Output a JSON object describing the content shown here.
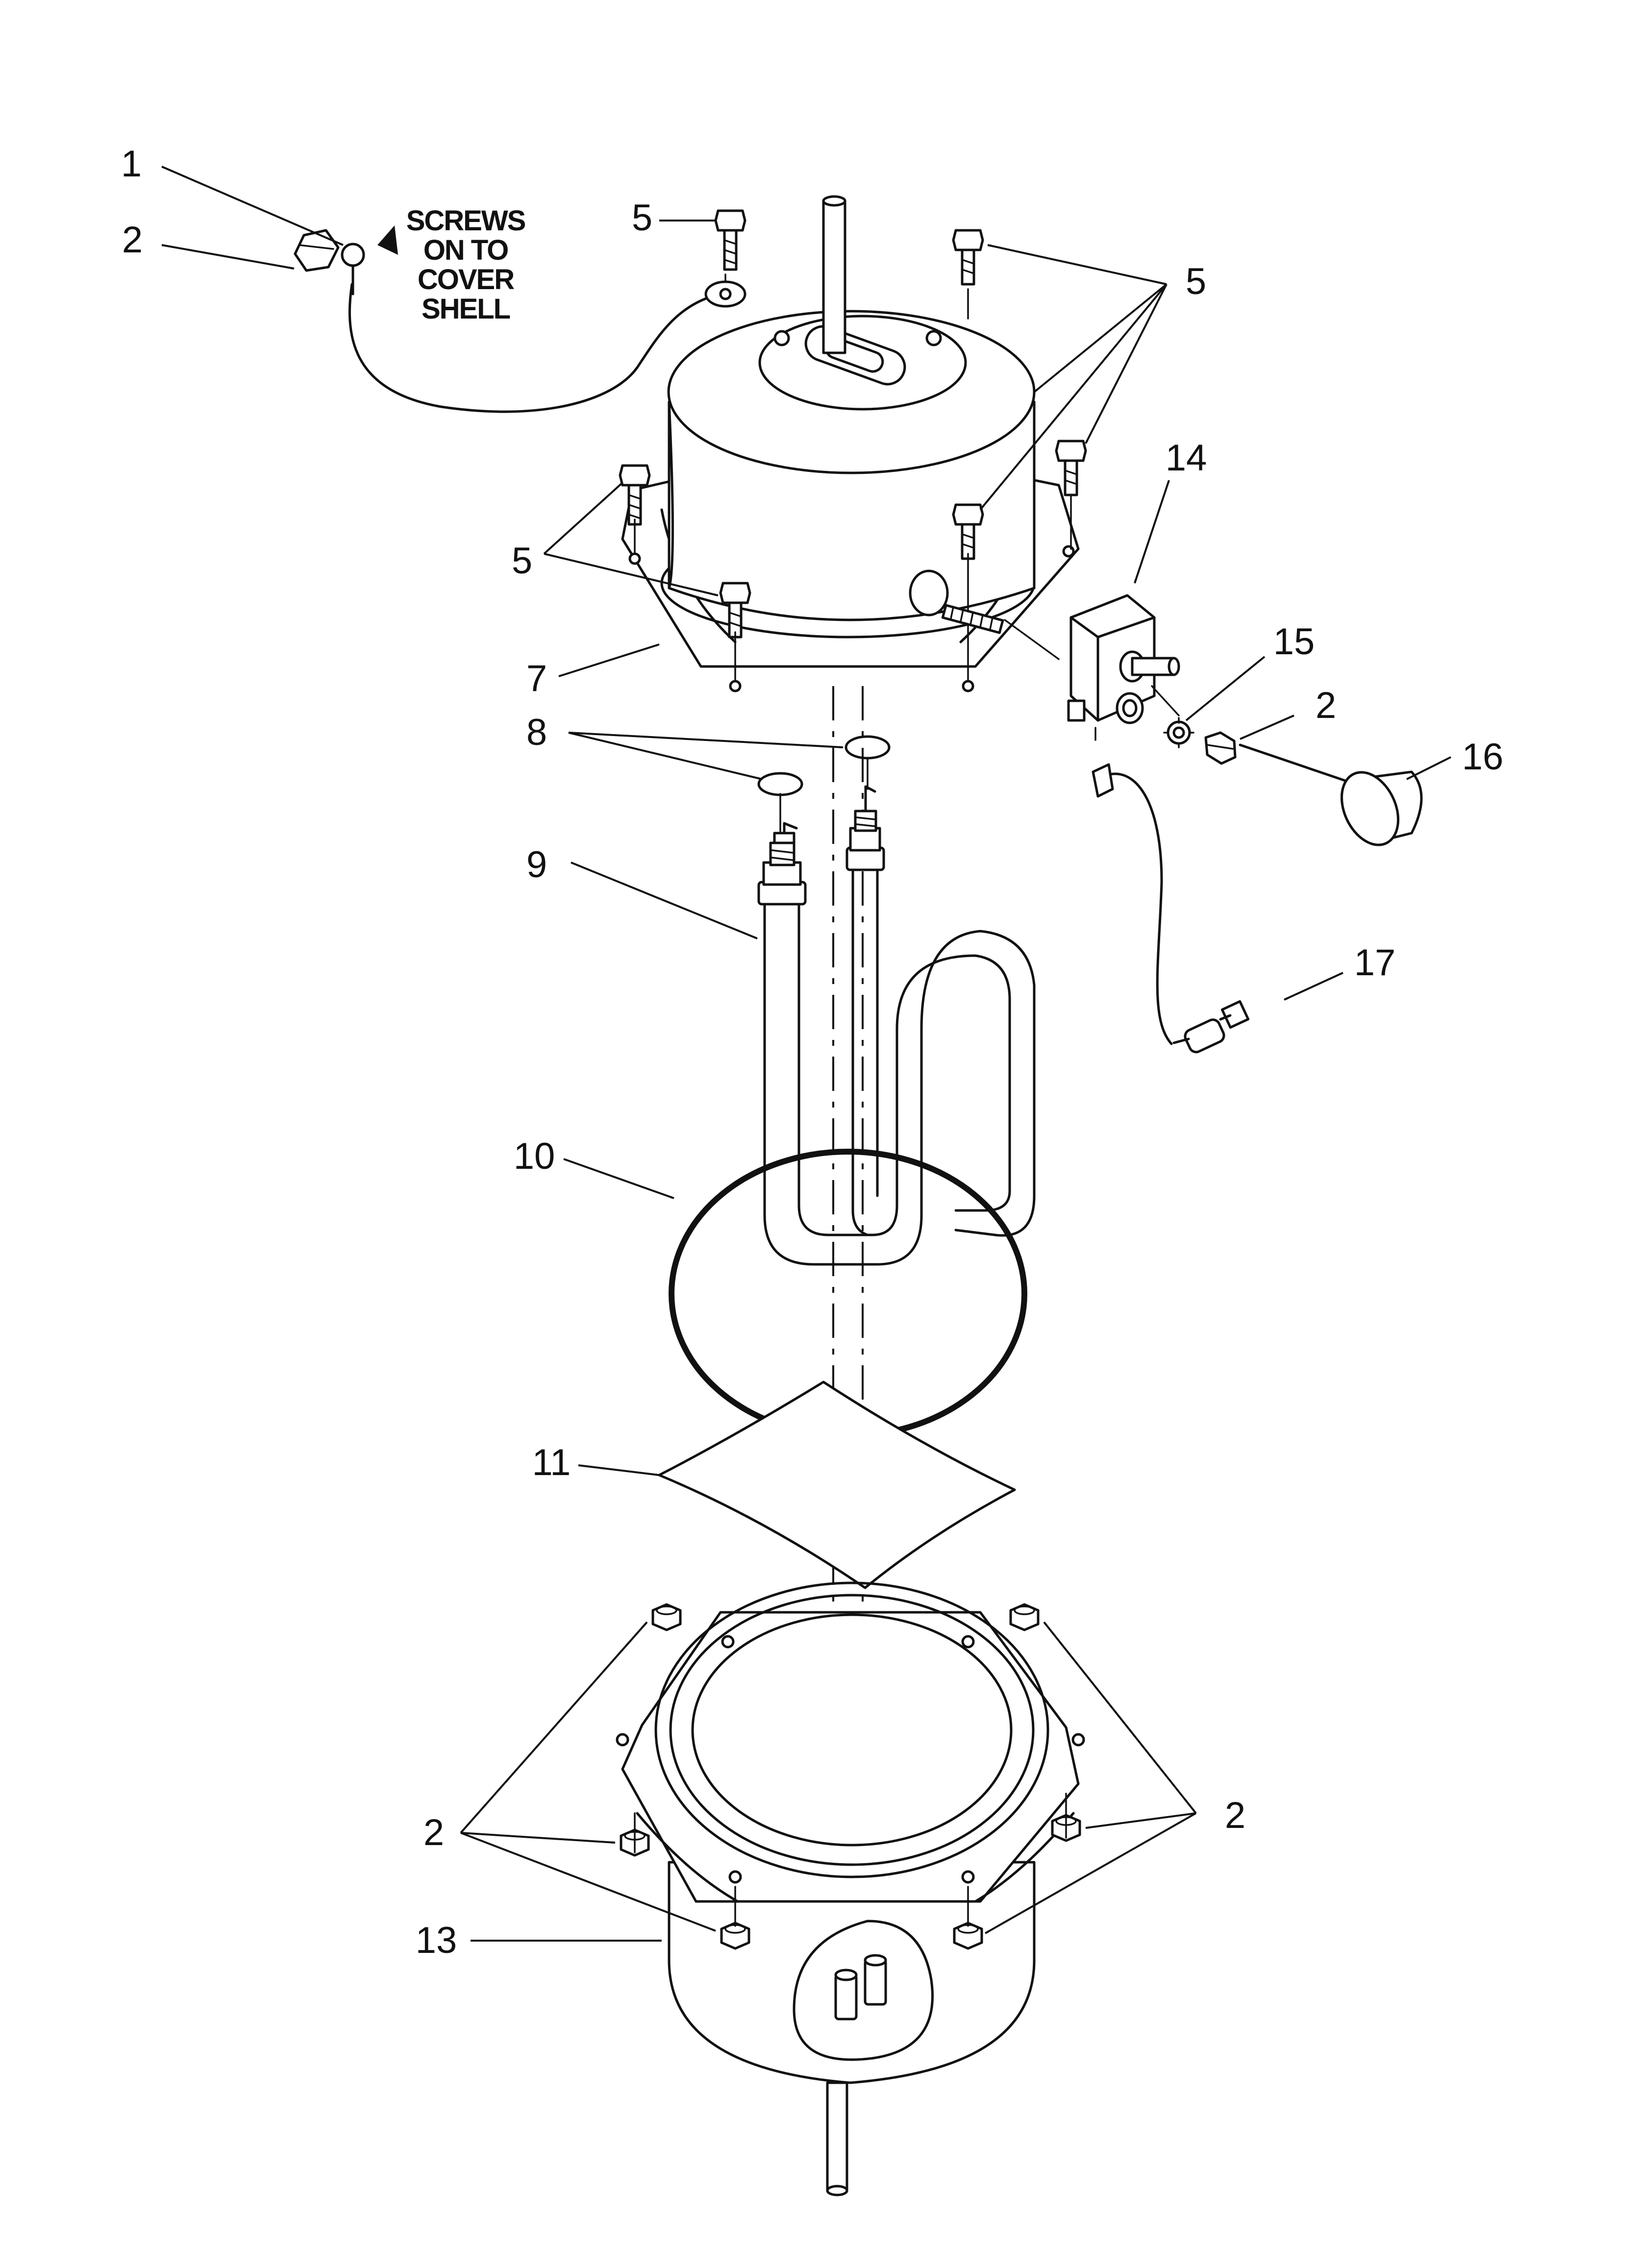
{
  "diagram": {
    "note": [
      "SCREWS",
      "ON TO",
      "COVER",
      "SHELL"
    ],
    "callouts": {
      "c1": "1",
      "c2_wire": "2",
      "c5_single": "5",
      "c5_top_right": "5",
      "c14": "14",
      "c5_left": "5",
      "c15": "15",
      "c2_switch": "2",
      "c7": "7",
      "c16": "16",
      "c8": "8",
      "c9": "9",
      "c17": "17",
      "c10": "10",
      "c11": "11",
      "c2_left": "2",
      "c2_right": "2",
      "c13": "13"
    }
  }
}
